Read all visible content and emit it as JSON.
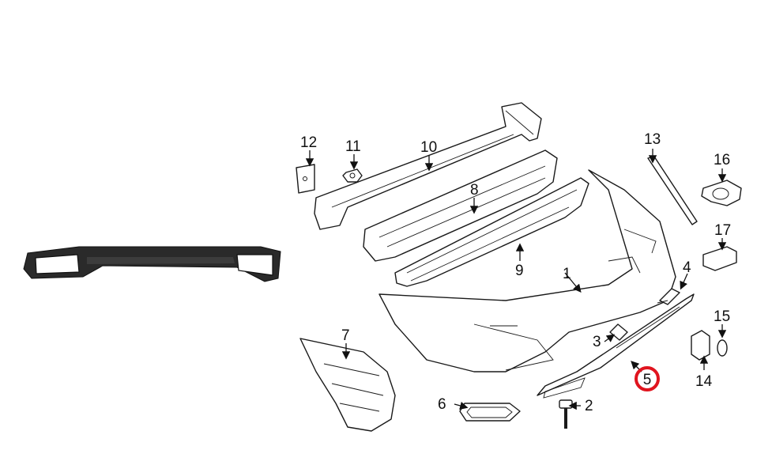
{
  "callouts": {
    "c1": "1",
    "c2": "2",
    "c3": "3",
    "c4": "4",
    "c5": "5",
    "c6": "6",
    "c7": "7",
    "c8": "8",
    "c9": "9",
    "c10": "10",
    "c11": "11",
    "c12": "12",
    "c13": "13",
    "c14": "14",
    "c15": "15",
    "c16": "16",
    "c17": "17"
  },
  "highlight": {
    "callout": "5",
    "color": "#e0141e"
  },
  "colors": {
    "line": "#1a1a1a",
    "diffuser": "#2a2a2a",
    "background": "#ffffff"
  }
}
